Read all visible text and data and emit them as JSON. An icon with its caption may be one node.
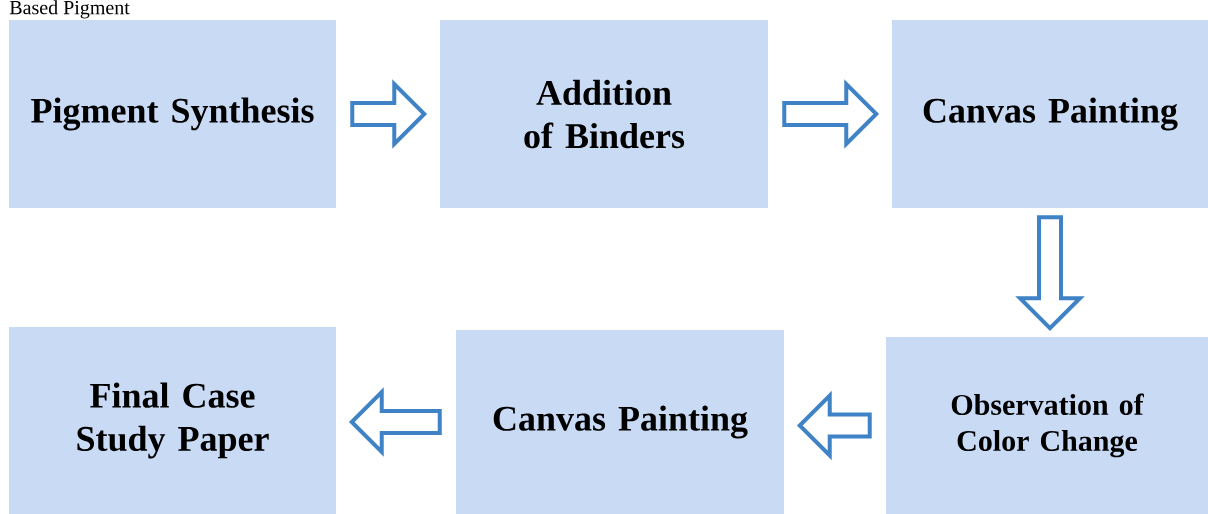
{
  "diagram": {
    "nodes": [
      {
        "text": [
          "Pigment Synthesis"
        ]
      },
      {
        "text": [
          "Addition of Binders"
        ]
      },
      {
        "text": [
          "Canvas Painting"
        ]
      },
      {
        "text": [
          "Observation of Color Change"
        ]
      },
      {
        "text": [
          "Canvas Painting"
        ]
      },
      {
        "text": [
          "Final Case Study Paper"
        ]
      }
    ],
    "edges": [
      {
        "from": 0,
        "to": 1,
        "arrow": "to"
      },
      {
        "from": 1,
        "to": 2,
        "arrow": "to"
      },
      {
        "from": 2,
        "to": 3,
        "arrow": "to"
      },
      {
        "from": 3,
        "to": 4,
        "arrow": "to"
      },
      {
        "from": 4,
        "to": 5,
        "arrow": "to"
      }
    ],
    "labels": [
      "Based Pigment"
    ]
  }
}
